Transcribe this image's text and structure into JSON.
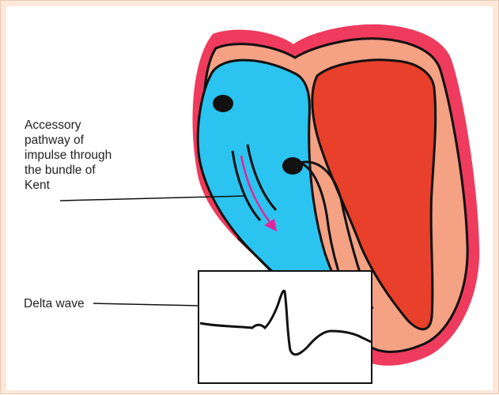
{
  "labels": {
    "accessory_pathway": "Accessory\npathway of\nimpulse through\nthe bundle of\nKent",
    "delta_wave": "Delta wave"
  },
  "colors": {
    "outer_muscle": "#ef3b5d",
    "inner_muscle": "#f4a184",
    "right_chamber": "#2bc3ef",
    "left_chamber": "#e8402a",
    "outline": "#111111",
    "pathway_arrow": "#e0269b",
    "page_background": "#fde8da"
  },
  "icons": [
    "heart-illustration",
    "ecg-trace",
    "pathway-arrow-icon"
  ]
}
